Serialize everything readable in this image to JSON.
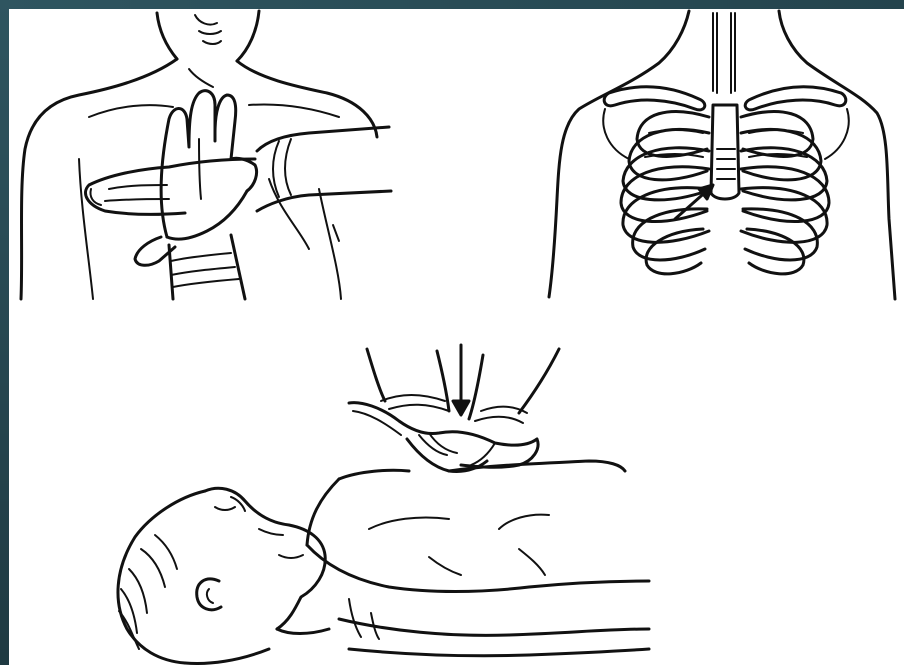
{
  "slide": {
    "frame_color": "#2a4b55",
    "background_color": "#ffffff",
    "illustrations": [
      {
        "id": "hand-placement",
        "icon": "hand-on-chest-illustration"
      },
      {
        "id": "rib-cage",
        "icon": "rib-cage-illustration"
      },
      {
        "id": "cpr-compression",
        "icon": "cpr-compression-illustration"
      }
    ]
  }
}
